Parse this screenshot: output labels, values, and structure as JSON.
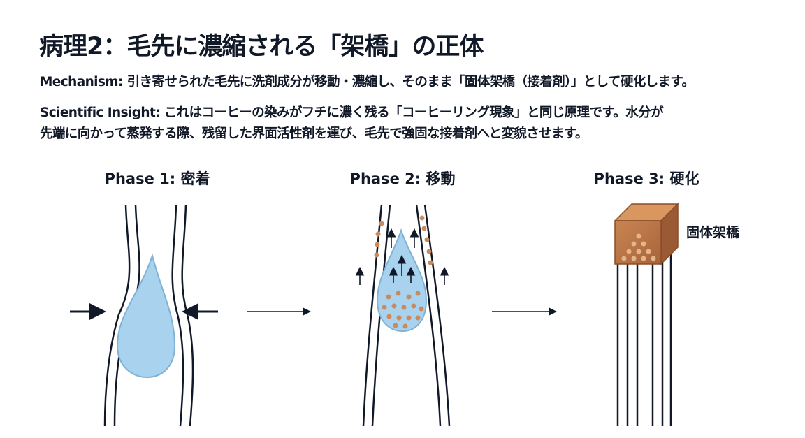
{
  "title": "病理2：毛先に濃縮される「架橋」の正体",
  "mechanism": {
    "label": "Mechanism:",
    "text": "引き寄せられた毛先に洗剤成分が移動・濃縮し、そのまま「固体架橋（接着剤）」として硬化します。"
  },
  "insight": {
    "label": "Scientific Insight:",
    "line1": "これはコーヒーの染みがフチに濃く残る「コーヒーリング現象」と同じ原理です。水分が",
    "line2": "先端に向かって蒸発する際、残留した界面活性剤を運び、毛先で強固な接着剤へと変貌させます。"
  },
  "phases": [
    {
      "label": "Phase 1: 密着"
    },
    {
      "label": "Phase 2: 移動"
    },
    {
      "label": "Phase 3: 硬化"
    }
  ],
  "solid_bridge_label": "固体架橋",
  "colors": {
    "text": "#111827",
    "water": "#a9d2ee",
    "particle": "#c98a5e",
    "bridge": "#b9754a"
  }
}
